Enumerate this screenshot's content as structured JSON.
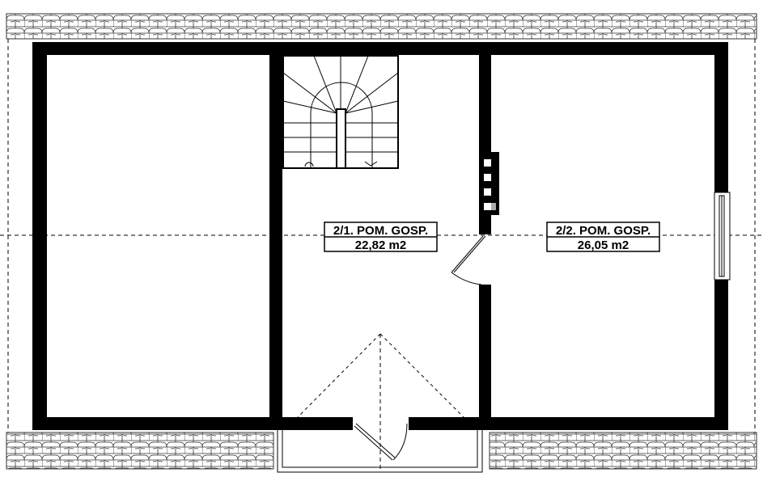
{
  "rooms": [
    {
      "name": "2/1. POM. GOSP.",
      "area": "22,82 m2"
    },
    {
      "name": "2/2. POM. GOSP.",
      "area": "26,05 m2"
    }
  ],
  "colors": {
    "wall": "#000000",
    "background": "#ffffff",
    "tile_line": "#333333"
  }
}
